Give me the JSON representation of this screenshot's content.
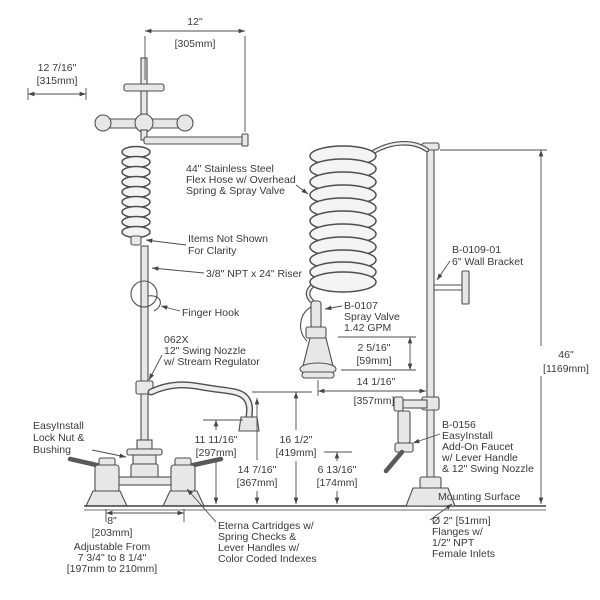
{
  "colors": {
    "background": "#ffffff",
    "line": "#4d4d4d",
    "text": "#3a3a3a",
    "pipe_fill": "#e7e7e7"
  },
  "labels": {
    "dim_top_width": [
      "12\"",
      "[305mm]"
    ],
    "dim_wall_offset": [
      "12 7/16\"",
      "[315mm]"
    ],
    "flex_hose_note": [
      "44\" Stainless Steel",
      "Flex Hose w/ Overhead",
      "Spring & Spray Valve"
    ],
    "items_not_shown_note": [
      "Items Not Shown",
      "For Clarity"
    ],
    "wall_bracket_note": [
      "B-0109-01",
      "6\" Wall Bracket"
    ],
    "riser_note": [
      "3/8\" NPT x 24\" Riser"
    ],
    "finger_hook_note": [
      "Finger Hook"
    ],
    "spray_valve_note": [
      "B-0107",
      "Spray Valve",
      "1.42 GPM"
    ],
    "swing_nozzle_note": [
      "062X",
      "12\" Swing Nozzle",
      "w/ Stream Regulator"
    ],
    "dim_spray_head": [
      "2 5/16\"",
      "[59mm]"
    ],
    "dim_overall_height": [
      "46\"",
      "[1169mm]"
    ],
    "dim_spray_to_riser": [
      "14 1/16\"",
      "[357mm]"
    ],
    "locknut_note": [
      "EasyInstall",
      "Lock Nut &",
      "Bushing"
    ],
    "dim_nozzle_outlet": [
      "11 11/16\"",
      "[297mm]"
    ],
    "dim_nozzle_height": [
      "16 1/2\"",
      "[419mm]"
    ],
    "dim_spout_height": [
      "14 7/16\"",
      "[367mm]"
    ],
    "dim_inlet_height": [
      "6 13/16\"",
      "[174mm]"
    ],
    "add_on_faucet_note": [
      "B-0156",
      "EasyInstall",
      "Add-On Faucet",
      "w/ Lever Handle",
      "& 12\" Swing Nozzle"
    ],
    "mounting_surface_label": [
      "Mounting Surface"
    ],
    "dim_inlet_centers": [
      "8\"",
      "[203mm]",
      "Adjustable From",
      "7 3/4\" to 8 1/4\"",
      "[197mm to 210mm]"
    ],
    "eterna_note": [
      "Eterna Cartridges w/",
      "Spring Checks &",
      "Lever Handles w/",
      "Color Coded Indexes"
    ],
    "flange_note": [
      "Ø 2\" [51mm]",
      "Flanges w/",
      "1/2\" NPT",
      "Female Inlets"
    ]
  }
}
